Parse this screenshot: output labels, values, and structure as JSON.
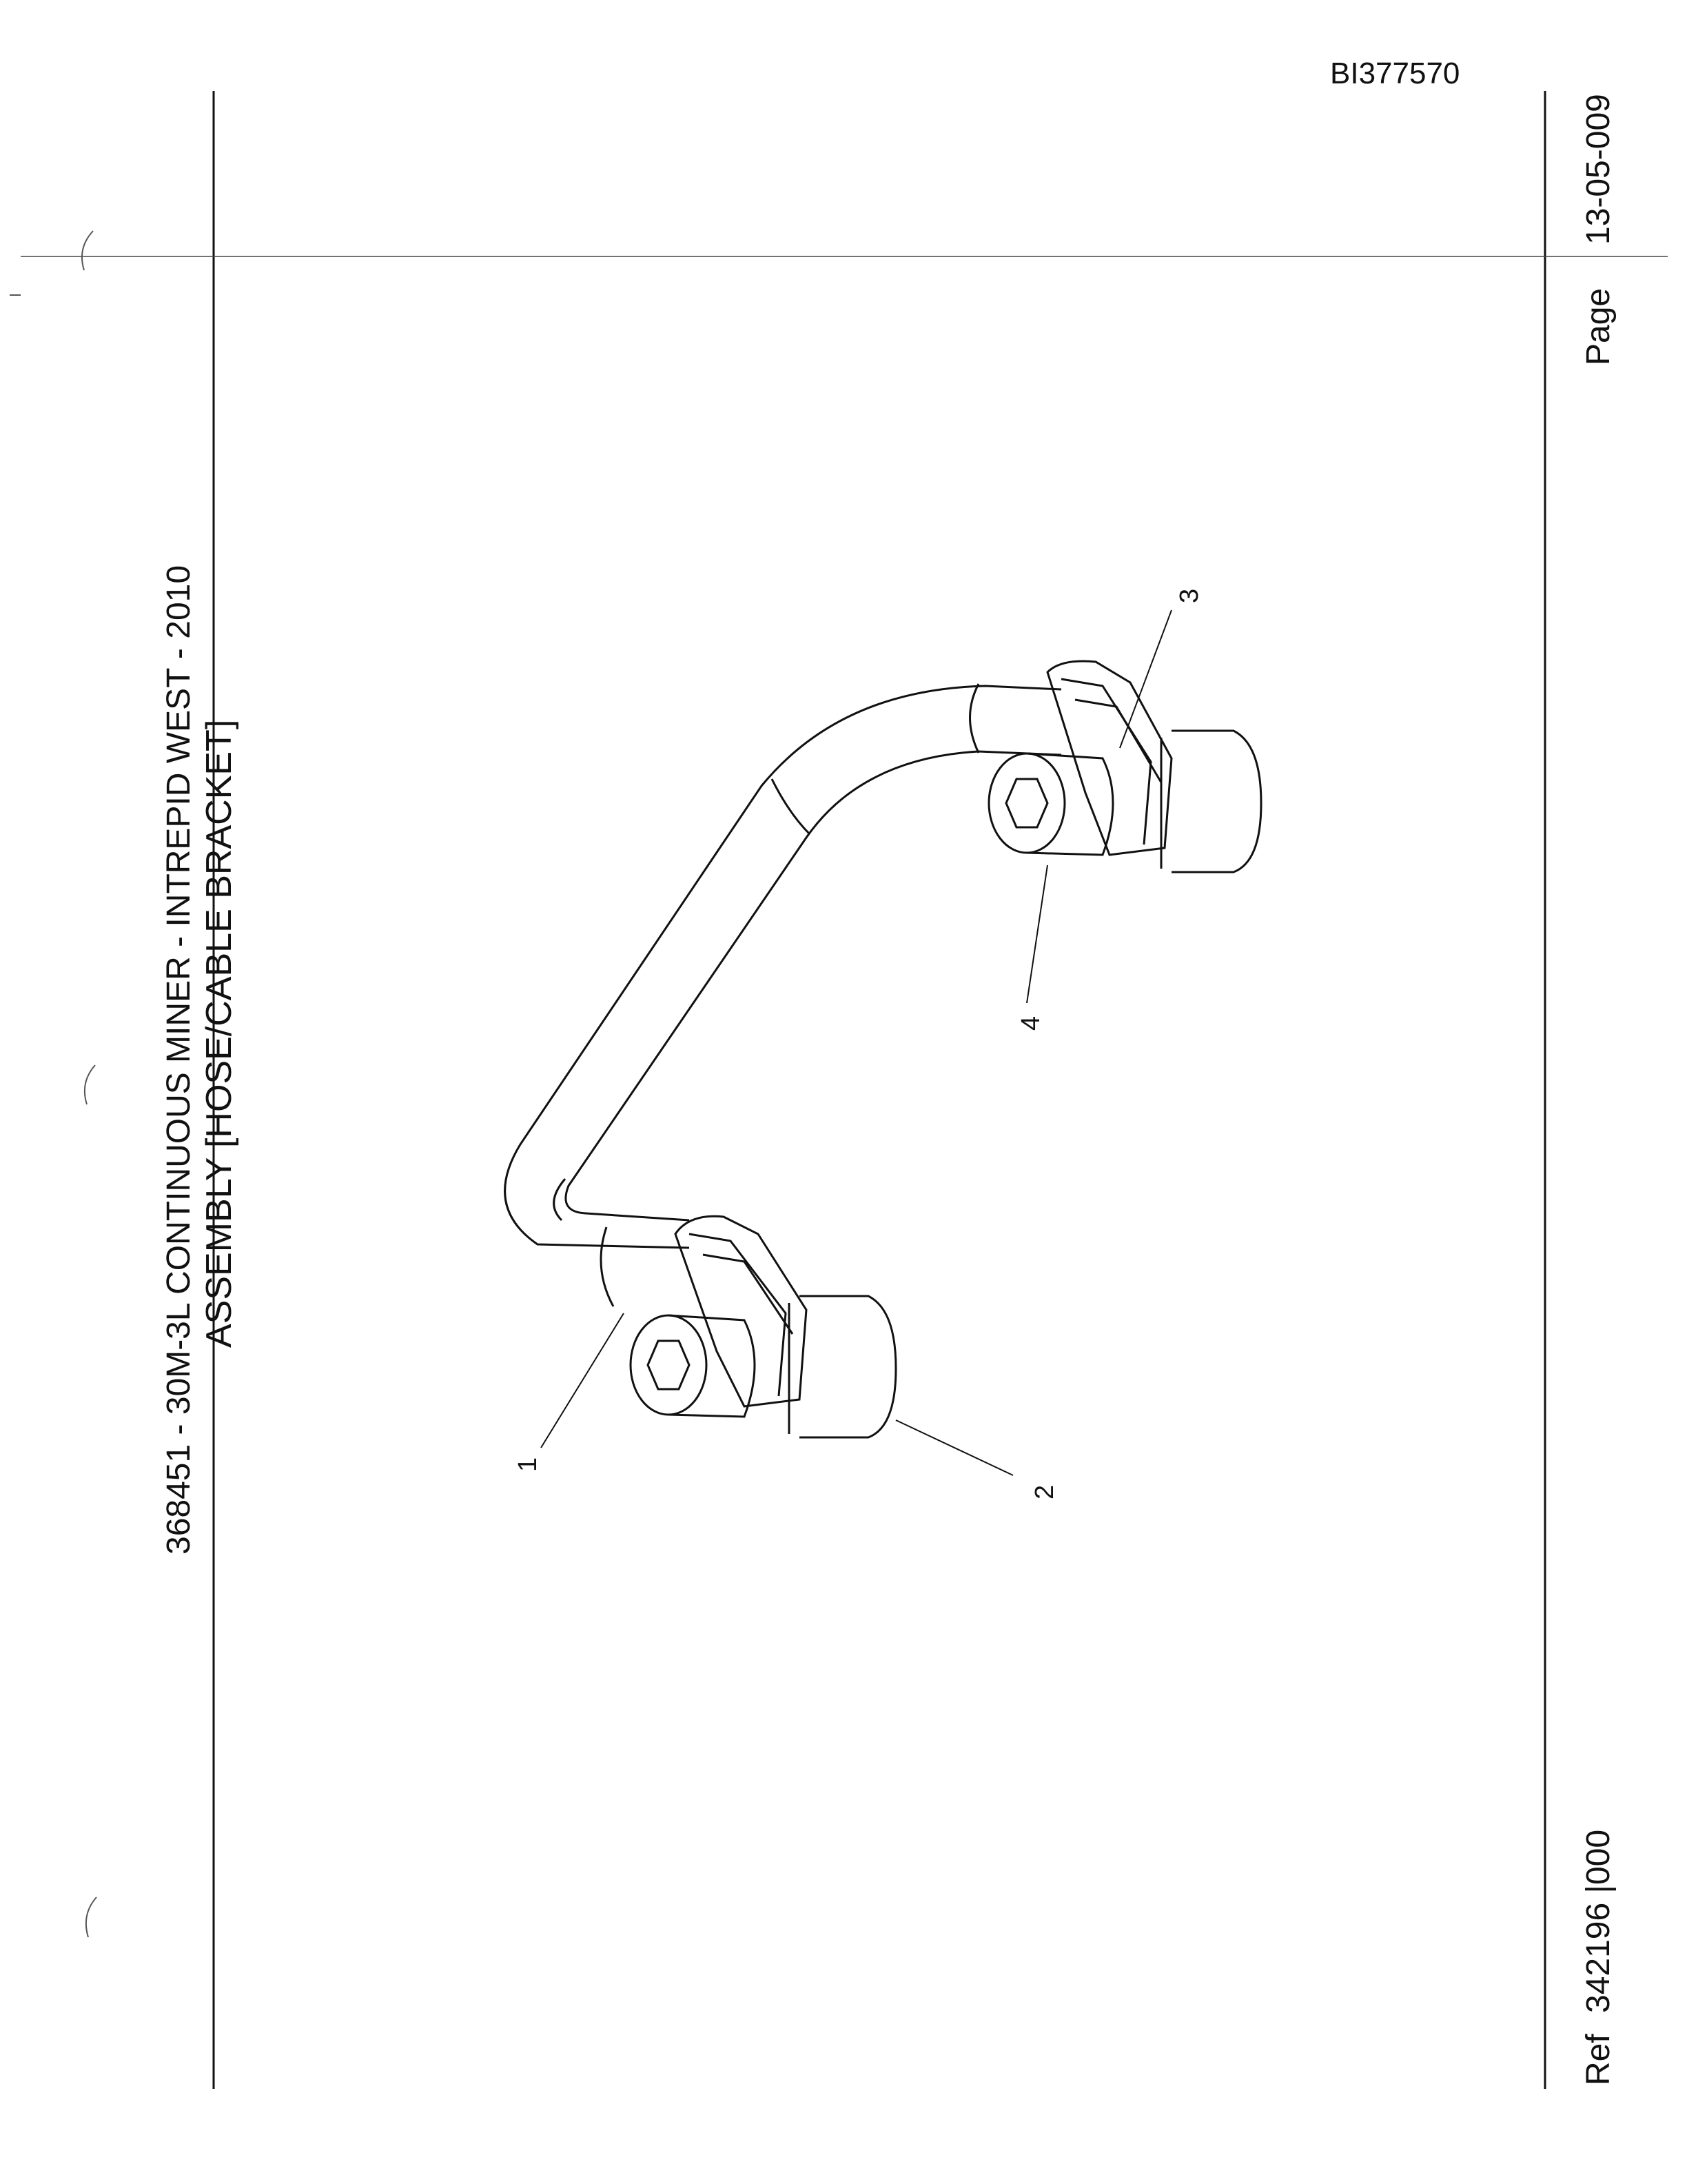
{
  "header": {
    "doc_id": "BI377570"
  },
  "title": {
    "line1": "368451 - 30M-3L CONTINUOUS MINER - INTREPID WEST - 2010",
    "line2": "ASSEMBLY [HOSE/CABLE BRACKET]"
  },
  "footer": {
    "page_label": "Page",
    "page_number": "13-05-009",
    "ref_label": "Ref",
    "ref_number": "342196 |000"
  },
  "callouts": [
    "1",
    "2",
    "3",
    "4"
  ],
  "colors": {
    "ink": "#111111",
    "paper": "#ffffff"
  }
}
